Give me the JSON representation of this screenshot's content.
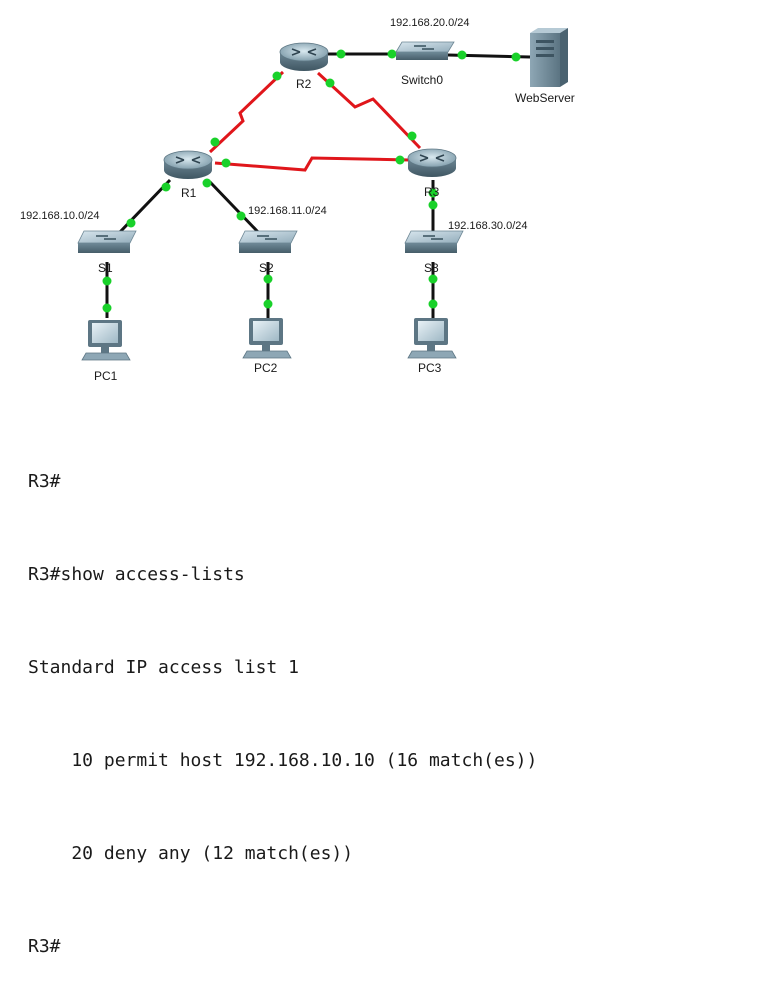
{
  "topology": {
    "routers": {
      "r1": "R1",
      "r2": "R2",
      "r3": "R3"
    },
    "switches": {
      "s1": "S1",
      "s2": "S2",
      "s3": "S3",
      "switch0": "Switch0"
    },
    "pcs": {
      "pc1": "PC1",
      "pc2": "PC2",
      "pc3": "PC3"
    },
    "server": "WebServer",
    "networks": {
      "net10": "192.168.10.0/24",
      "net11": "192.168.11.0/24",
      "net20": "192.168.20.0/24",
      "net30": "192.168.30.0/24"
    },
    "colors": {
      "serial_link": "#e0161b",
      "ethernet_link": "#111111",
      "link_up_dot": "#19d12a"
    }
  },
  "terminal": {
    "lines": [
      "R3#",
      "R3#show access-lists",
      "Standard IP access list 1",
      "    10 permit host 192.168.10.10 (16 match(es))",
      "    20 deny any (12 match(es))",
      "R3#"
    ]
  }
}
